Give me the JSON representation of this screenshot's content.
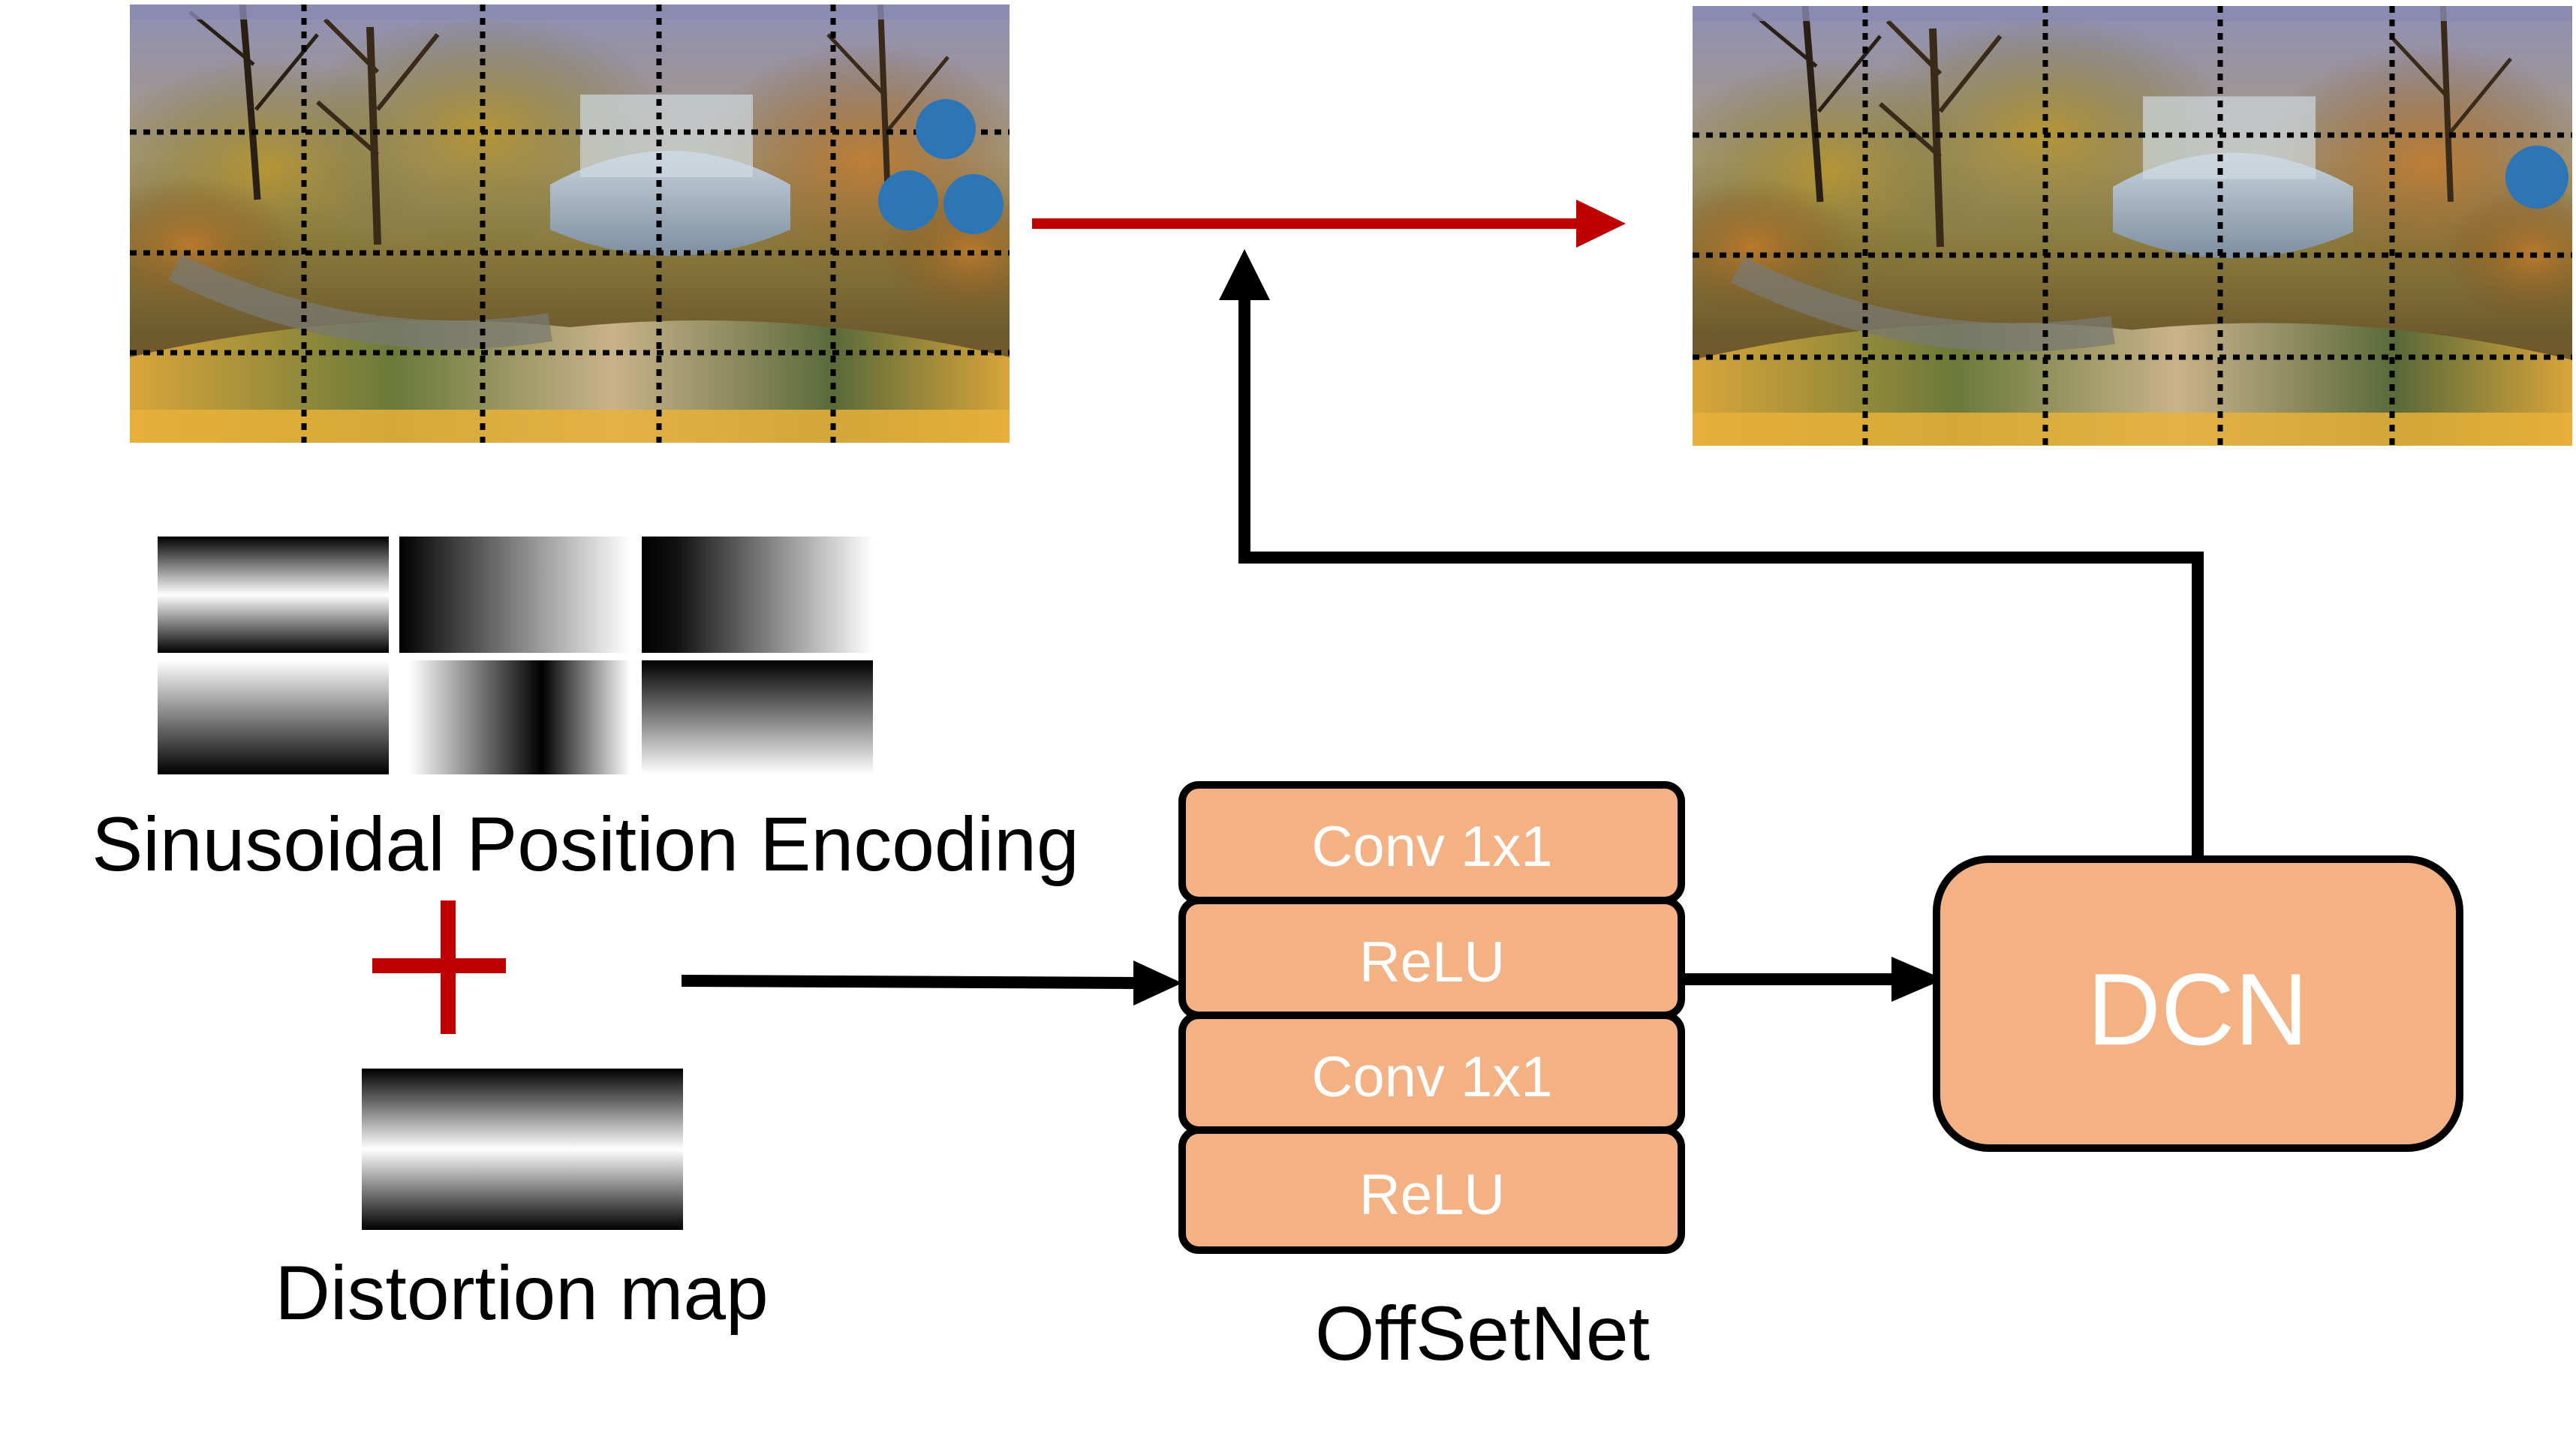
{
  "labels": {
    "position_encoding": "Sinusoidal Position Encoding",
    "plus_symbol": "+",
    "distortion_map": "Distortion map",
    "offsetnet_caption": "OffSetNet",
    "dcn": "DCN"
  },
  "offsetnet_layers": [
    "Conv 1x1",
    "ReLU",
    "Conv 1x1",
    "ReLU"
  ],
  "colors": {
    "layer_fill": "#F4B183",
    "stroke": "#000000",
    "arrow_red": "#C00000",
    "plus_red": "#C00000",
    "sample_point": "#2E75B6",
    "layer_text": "#ffffff",
    "caption_text": "#000000"
  },
  "panorama": {
    "grid_cols": 5,
    "grid_rows": 4,
    "input_sample_points": 3,
    "output_sample_points": 1
  },
  "position_encoding_tiles": [
    {
      "pattern": "horizontal-band-light-center"
    },
    {
      "pattern": "gradient-dark-to-light-x"
    },
    {
      "pattern": "gradient-dark-to-light-x"
    },
    {
      "pattern": "gradient-light-to-dark-y"
    },
    {
      "pattern": "vertical-dark-band-center"
    },
    {
      "pattern": "gradient-dark-to-light-y"
    }
  ]
}
